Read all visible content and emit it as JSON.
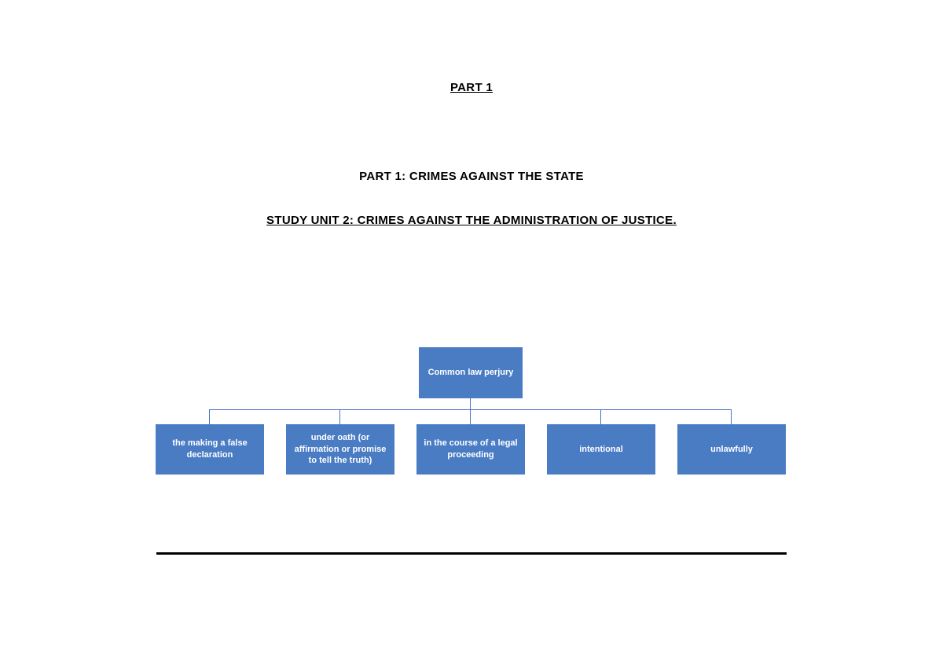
{
  "page": {
    "title": "PART 1",
    "heading1": "PART 1: CRIMES AGAINST THE STATE",
    "heading2": "STUDY UNIT 2: CRIMES AGAINST THE ADMINISTRATION OF JUSTICE."
  },
  "diagram": {
    "root": "Common law perjury",
    "children": [
      "the making a false declaration",
      "under oath (or affirmation or promise to tell the truth)",
      "in the course of a legal proceeding",
      "intentional",
      "unlawfully"
    ],
    "box_color": "#4a7cc4",
    "line_color": "#4472c4"
  }
}
